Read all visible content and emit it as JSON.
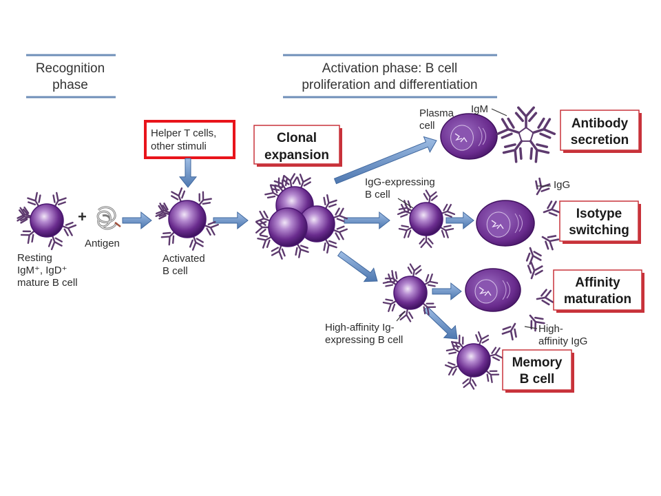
{
  "phases": {
    "recognition": [
      "Recognition",
      "phase"
    ],
    "activation": [
      "Activation phase: B cell",
      "proliferation and differentiation"
    ]
  },
  "labels": {
    "helper": [
      "Helper T cells,",
      "other stimuli"
    ],
    "plus": "+",
    "antigen": "Antigen",
    "resting": [
      "Resting",
      "IgM⁺, IgD⁺",
      "mature B cell"
    ],
    "activated": [
      "Activated",
      "B cell"
    ],
    "plasma": [
      "Plasma",
      "cell"
    ],
    "igm": "IgM",
    "igg_cell": [
      "IgG-expressing",
      "B cell"
    ],
    "igg": "IgG",
    "high_affinity_cell": [
      "High-affinity Ig-",
      "expressing B cell"
    ],
    "high_affinity_igg": [
      "High-",
      "affinity IgG"
    ]
  },
  "outcomes": {
    "clonal": [
      "Clonal",
      "expansion"
    ],
    "antibody": [
      "Antibody",
      "secretion"
    ],
    "isotype": [
      "Isotype",
      "switching"
    ],
    "affinity": [
      "Affinity",
      "maturation"
    ],
    "memory": [
      "Memory",
      "B cell"
    ]
  },
  "colors": {
    "highlight": "#e8141b",
    "box_border": "#c8323a",
    "arrow": "#6f95c8",
    "cell": "#6a2c8e",
    "antibody": "#5d3a6e",
    "header_rule": "#6f8fb8"
  }
}
